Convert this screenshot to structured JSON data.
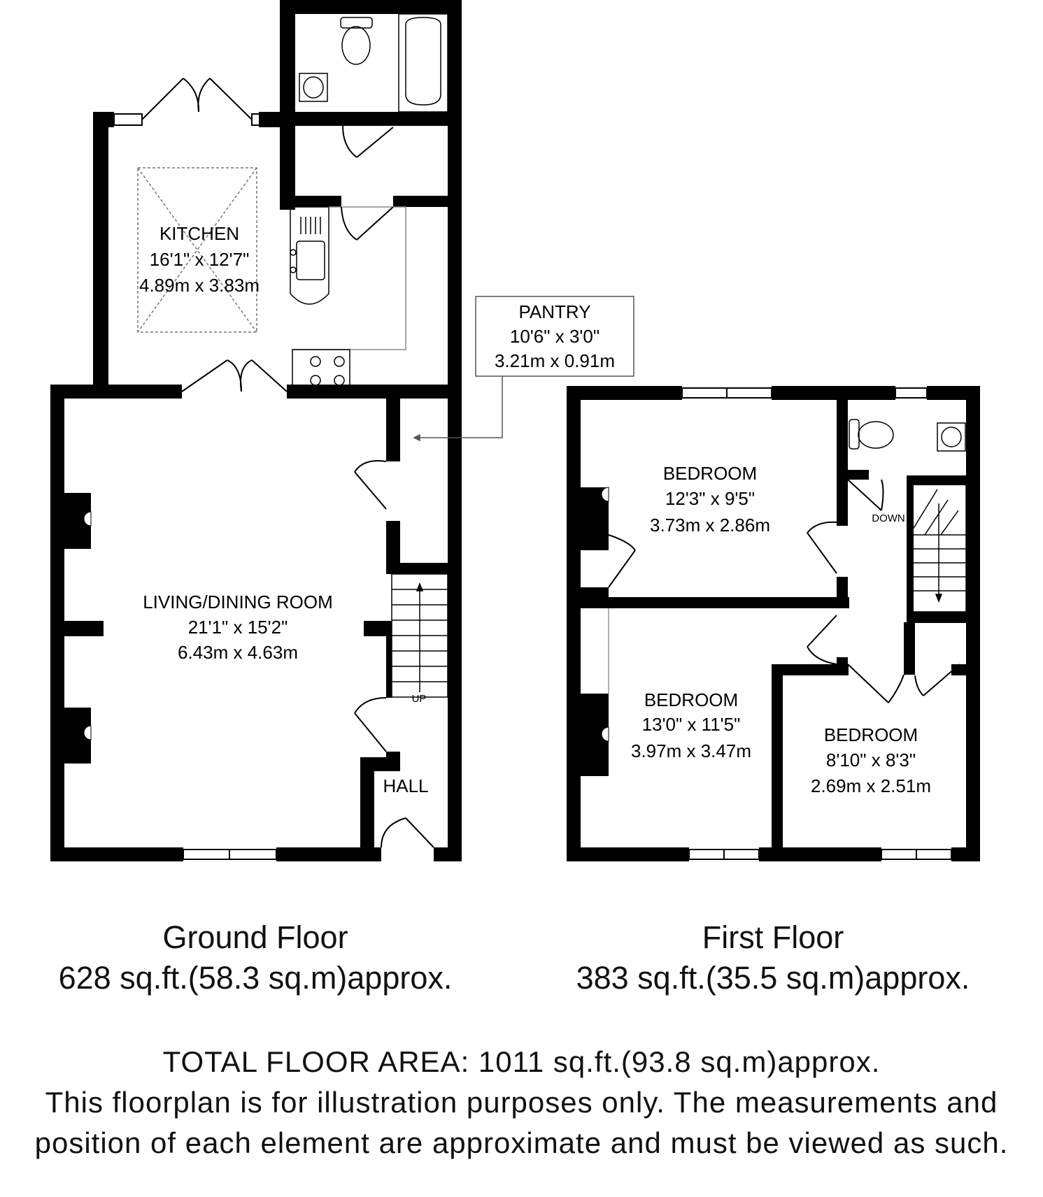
{
  "ground_floor": {
    "title": "Ground Floor",
    "area": "628 sq.ft.(58.3 sq.m)approx.",
    "rooms": {
      "kitchen": {
        "name": "KITCHEN",
        "imperial": "16'1\" x 12'7\"",
        "metric": "4.89m x 3.83m"
      },
      "living": {
        "name": "LIVING/DINING ROOM",
        "imperial": "21'1\" x 15'2\"",
        "metric": "6.43m x 4.63m"
      },
      "hall": {
        "name": "HALL"
      },
      "pantry": {
        "name": "PANTRY",
        "imperial": "10'6\" x 3'0\"",
        "metric": "3.21m x 0.91m"
      }
    },
    "stairs_label": "UP"
  },
  "first_floor": {
    "title": "First Floor",
    "area": "383 sq.ft.(35.5 sq.m)approx.",
    "rooms": {
      "bedroom1": {
        "name": "BEDROOM",
        "imperial": "12'3\" x 9'5\"",
        "metric": "3.73m x 2.86m"
      },
      "bedroom2": {
        "name": "BEDROOM",
        "imperial": "13'0\" x 11'5\"",
        "metric": "3.97m x 3.47m"
      },
      "bedroom3": {
        "name": "BEDROOM",
        "imperial": "8'10\" x 8'3\"",
        "metric": "2.69m x 2.51m"
      }
    },
    "stairs_label": "DOWN"
  },
  "footer": {
    "total": "TOTAL FLOOR AREA: 1011 sq.ft.(93.8 sq.m)approx.",
    "disclaimer": "This floorplan is for illustration purposes only. The measurements and position of each element are approximate and must be viewed as such."
  }
}
